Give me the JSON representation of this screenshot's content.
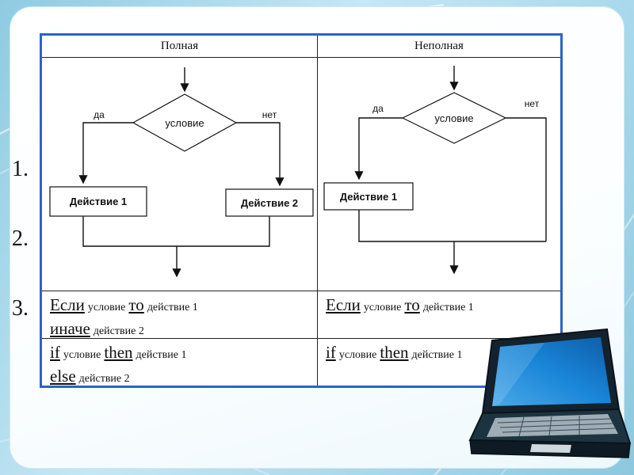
{
  "slide": {
    "list": [
      "1.",
      "2.",
      "3."
    ]
  },
  "diagram": {
    "headers": {
      "full": "Полная",
      "partial": "Неполная"
    },
    "flow_full": {
      "condition": "условие",
      "yes": "да",
      "no": "нет",
      "action1": "Действие 1",
      "action2": "Действие 2"
    },
    "flow_partial": {
      "condition": "условие",
      "yes": "да",
      "no": "нет",
      "action1": "Действие 1"
    },
    "code_full_ru": {
      "kw1": "Если",
      "t1": "условие",
      "kw2": "то",
      "t2": "действие 1",
      "kw3": "иначе",
      "t3": "действие 2"
    },
    "code_partial_ru": {
      "kw1": "Если",
      "t1": "условие",
      "kw2": "то",
      "t2": "действие 1"
    },
    "code_full_en": {
      "kw1": "if",
      "t1": "условие",
      "kw2": "then",
      "t2": "действие 1",
      "kw3": "else",
      "t3": "действие 2"
    },
    "code_partial_en": {
      "kw1": "if",
      "t1": "условие",
      "kw2": "then",
      "t2": "действие 1"
    }
  },
  "colors": {
    "diagram_border": "#2a63c8",
    "laptop_screen": "#1a86d8",
    "background": "#bfe2f0"
  }
}
